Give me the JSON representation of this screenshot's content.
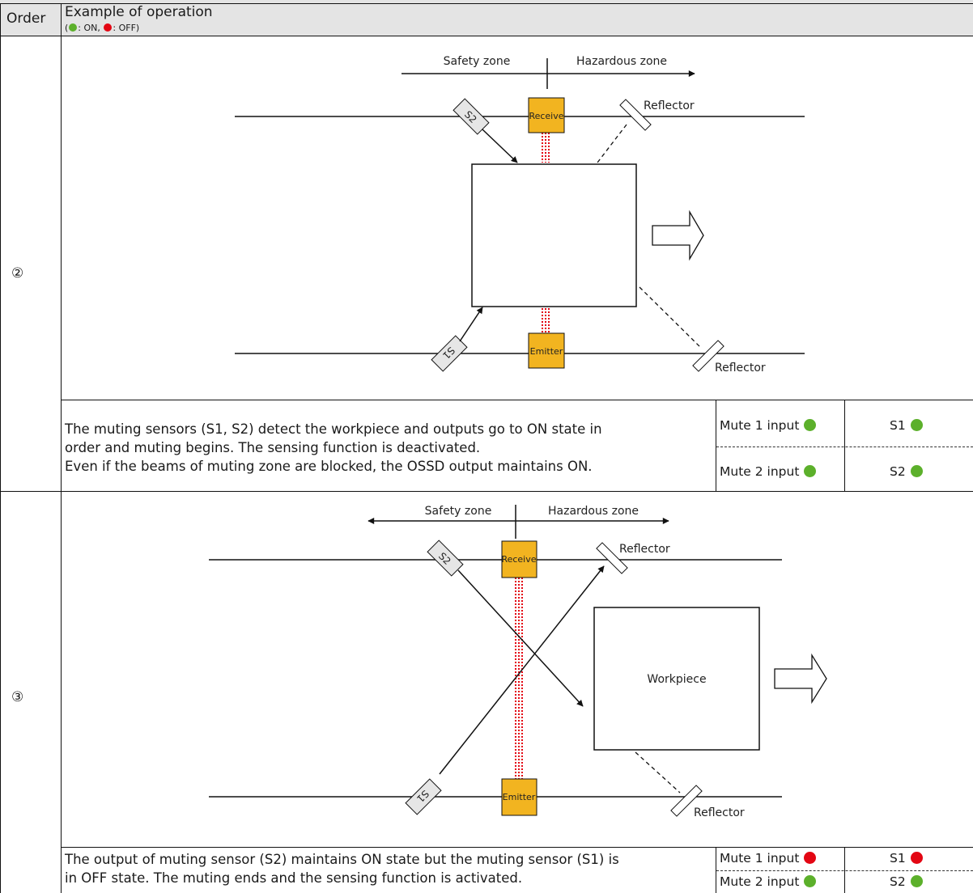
{
  "header": {
    "order_label": "Order",
    "example_label": "Example of operation",
    "legend_open": "(",
    "legend_on": ": ON, ",
    "legend_off": ": OFF)"
  },
  "colors": {
    "on": "#5cb02b",
    "off": "#e30613",
    "sensor_box": "#f2b420",
    "header_bg": "#e4e4e4"
  },
  "rows": [
    {
      "order": "②",
      "diagram": {
        "safety_zone": "Safety zone",
        "hazardous_zone": "Hazardous zone",
        "receiver": "Receive",
        "emitter": "Emitter",
        "reflector_top": "Reflector",
        "reflector_bottom": "Reflector",
        "s1": "S1",
        "s2": "S2",
        "workpiece": ""
      },
      "description": [
        "The muting sensors (S1, S2) detect the workpiece and outputs go to ON state in",
        "order and muting begins. The sensing function is deactivated.",
        "Even if the beams of muting zone are blocked, the OSSD output maintains ON."
      ],
      "status": {
        "mute1_label": "Mute 1 input",
        "mute1_state": "ON",
        "mute2_label": "Mute 2 input",
        "mute2_state": "ON",
        "s1_label": "S1",
        "s1_state": "ON",
        "s2_label": "S2",
        "s2_state": "ON"
      }
    },
    {
      "order": "③",
      "diagram": {
        "safety_zone": "Safety zone",
        "hazardous_zone": "Hazardous zone",
        "receiver": "Receive",
        "emitter": "Emitter",
        "reflector_top": "Reflector",
        "reflector_bottom": "Reflector",
        "s1": "S1",
        "s2": "S2",
        "workpiece": "Workpiece"
      },
      "description": [
        "The output of muting sensor (S2) maintains ON state but the muting sensor (S1) is",
        "in OFF state. The muting ends and the sensing function is activated."
      ],
      "status": {
        "mute1_label": "Mute 1 input",
        "mute1_state": "OFF",
        "mute2_label": "Mute 2 input",
        "mute2_state": "ON",
        "s1_label": "S1",
        "s1_state": "OFF",
        "s2_label": "S2",
        "s2_state": "ON"
      }
    }
  ]
}
